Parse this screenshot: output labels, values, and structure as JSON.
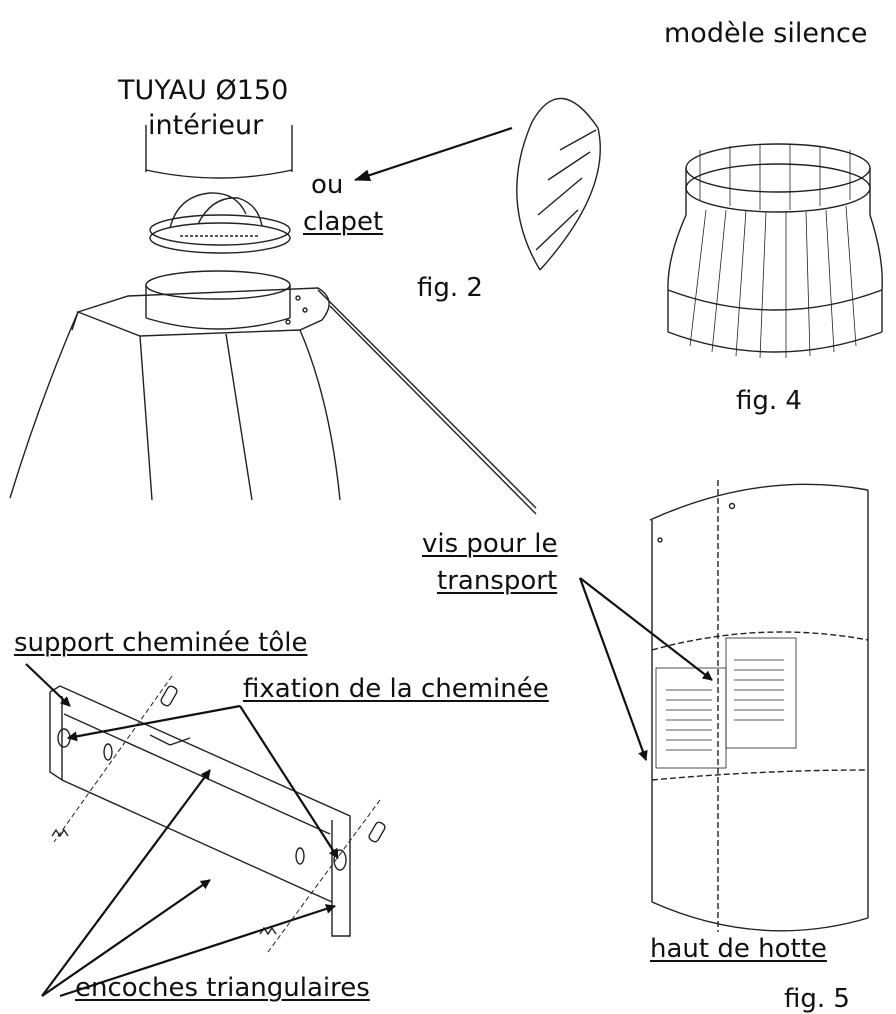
{
  "labels": {
    "silence_model": "modèle silence",
    "pipe": "TUYAU Ø150",
    "pipe_sub": "intérieur",
    "or": "ou",
    "flap": "clapet",
    "fig2": "fig. 2",
    "fig4": "fig. 4",
    "transport_screw_1": "vis pour le",
    "transport_screw_2": "transport",
    "chimney_support": "support cheminée tôle",
    "chimney_fixing": "fixation de la cheminée",
    "notches": "encoches triangulaires",
    "hood_top": "haut de hotte",
    "fig5": "fig. 5"
  }
}
